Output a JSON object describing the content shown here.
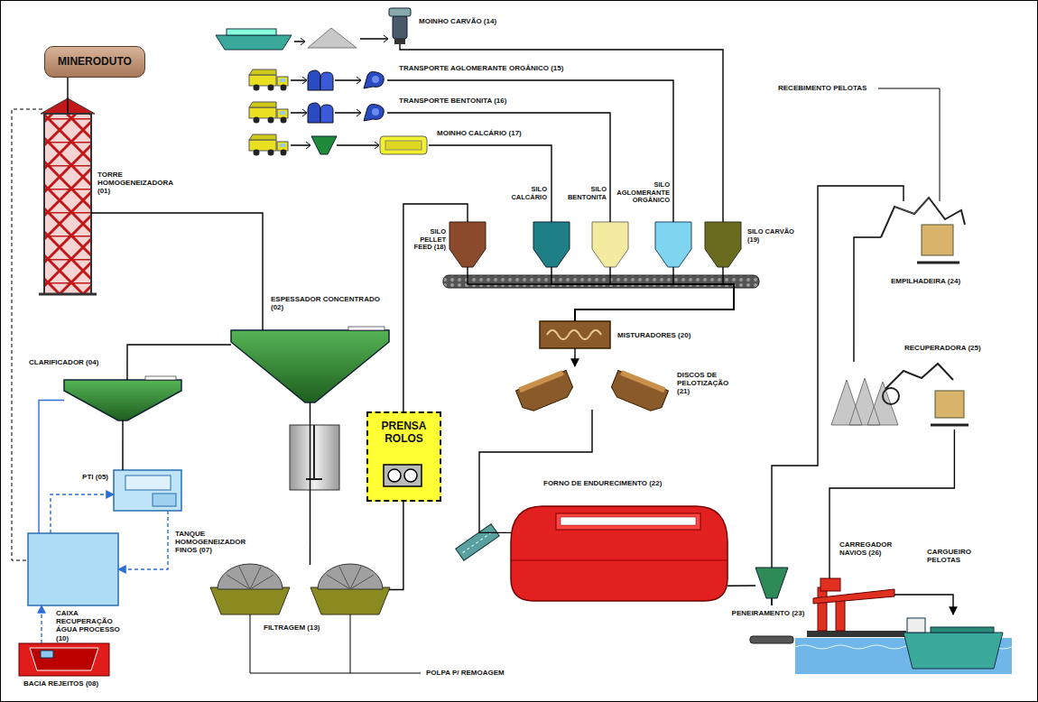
{
  "diagram": {
    "nodes": [
      {
        "text": [
          "MINERODUTO"
        ]
      },
      {
        "text": [
          "MOINHO CARVÃO (14)"
        ]
      },
      {
        "text": [
          "TRANSPORTE AGLOMERANTE ORGÂNICO (15)"
        ]
      },
      {
        "text": [
          "TRANSPORTE BENTONITA (16)"
        ]
      },
      {
        "text": [
          "MOINHO CALCÁRIO (17)"
        ]
      },
      {
        "text": [
          "TORRE HOMOGENEIZADORA (01)"
        ]
      },
      {
        "text": [
          "SILO PELLET FEED (18)"
        ]
      },
      {
        "text": [
          "SILO CALCÁRIO"
        ]
      },
      {
        "text": [
          "SILO BENTONITA"
        ]
      },
      {
        "text": [
          "SILO AGLOMERANTE ORGÂNICO"
        ]
      },
      {
        "text": [
          "SILO CARVÃO (19)"
        ]
      },
      {
        "text": [
          "EMPILHADEIRA (24)"
        ]
      },
      {
        "text": [
          "ESPESSADOR CONCENTRADO (02)"
        ]
      },
      {
        "text": [
          "MISTURADORES (20)"
        ]
      },
      {
        "text": [
          "CLARIFICADOR (04)"
        ]
      },
      {
        "text": [
          "RECUPERADORA (25)"
        ]
      },
      {
        "text": [
          "DISCOS DE PELOTIZAÇÃO (21)"
        ]
      },
      {
        "text": [
          "PRENSA ROLOS"
        ]
      },
      {
        "text": [
          "PTI (05)"
        ]
      },
      {
        "text": [
          "FORNO DE ENDURECIMENTO (22)"
        ]
      },
      {
        "text": [
          "FILTRAGEM (13)"
        ]
      },
      {
        "text": [
          "CAIXA RECUPERAÇÃO ÁGUA PROCESSO (10)"
        ]
      },
      {
        "text": [
          "PENEIRAMENTO (23)"
        ]
      },
      {
        "text": [
          "CARREGADOR NAVIOS (26)"
        ]
      },
      {
        "text": [
          "CARGUEIRO PELOTAS"
        ]
      },
      {
        "text": [
          "BACIA REJEITOS (08)"
        ]
      }
    ],
    "edges": [
      {
        "from": 0,
        "to": 5,
        "arrow": "none"
      },
      {
        "from": 1,
        "to": 10,
        "arrow": "none"
      },
      {
        "from": 2,
        "to": 9,
        "arrow": "none"
      },
      {
        "from": 3,
        "to": 8,
        "arrow": "none"
      },
      {
        "from": 4,
        "to": 7,
        "arrow": "none"
      },
      {
        "from": 5,
        "to": 12,
        "arrow": "none"
      },
      {
        "from": 6,
        "to": 13,
        "arrow": "none"
      },
      {
        "from": 7,
        "to": 13,
        "arrow": "none"
      },
      {
        "from": 8,
        "to": 13,
        "arrow": "none"
      },
      {
        "from": 9,
        "to": 13,
        "arrow": "none"
      },
      {
        "from": 10,
        "to": 13,
        "arrow": "none"
      },
      {
        "from": 12,
        "to": 14,
        "arrow": "none"
      },
      {
        "from": 14,
        "to": 18,
        "arrow": "none"
      },
      {
        "from": 14,
        "to": 21,
        "arrow": "none"
      },
      {
        "from": 12,
        "to": 20,
        "arrow": "none"
      },
      {
        "from": 20,
        "to": 17,
        "arrow": "none"
      },
      {
        "from": 17,
        "to": 6,
        "arrow": "none"
      },
      {
        "from": 13,
        "to": 16,
        "arrow": "to"
      },
      {
        "from": 16,
        "to": 19,
        "arrow": "none"
      },
      {
        "from": 19,
        "to": 22,
        "arrow": "none"
      },
      {
        "from": 22,
        "to": 11,
        "arrow": "none"
      },
      {
        "from": 11,
        "to": 15,
        "arrow": "none"
      },
      {
        "from": 15,
        "to": 23,
        "arrow": "none"
      },
      {
        "from": 23,
        "to": 24,
        "arrow": "to"
      },
      {
        "from": 21,
        "to": 18,
        "arrow": "to"
      },
      {
        "from": 18,
        "to": 21,
        "arrow": "to"
      },
      {
        "from": 25,
        "to": 21,
        "arrow": "to"
      }
    ],
    "labels": [
      "TANQUE HOMOGENEIZADOR FINOS (07)",
      "RECEBIMENTO PELOTAS",
      "POLPA P/ REMOAGEM"
    ]
  }
}
